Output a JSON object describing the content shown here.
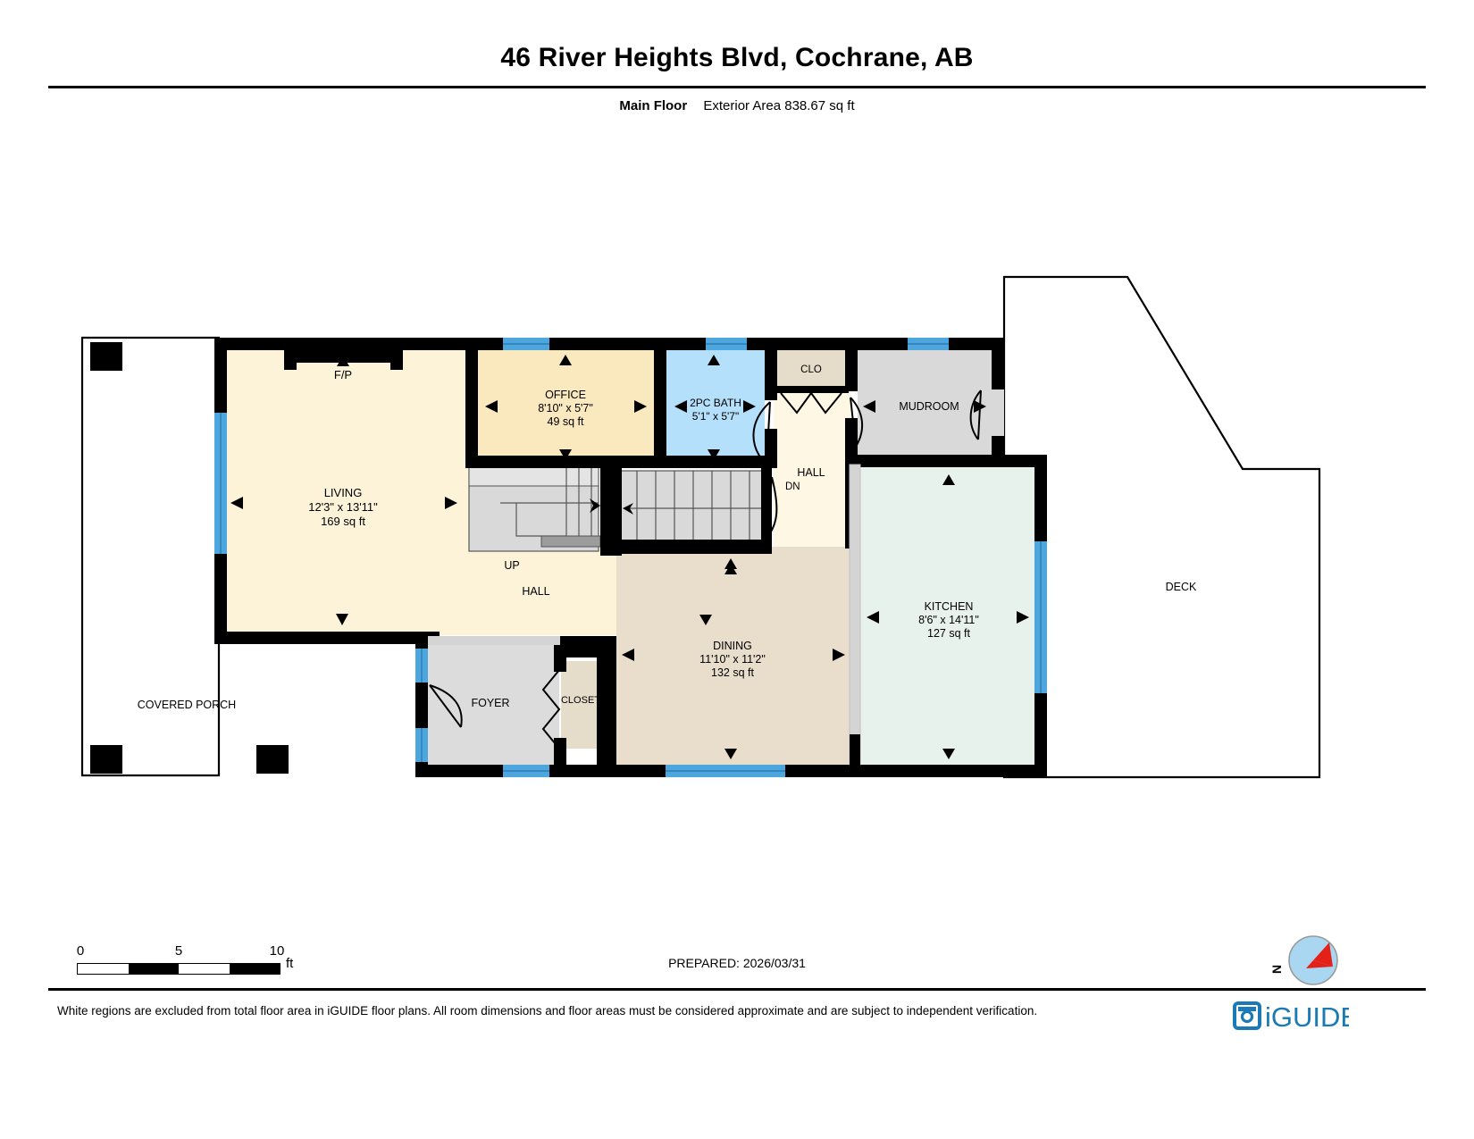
{
  "header": {
    "title": "46 River Heights Blvd, Cochrane, AB",
    "floor_label": "Main Floor",
    "area_label": "Exterior Area 838.67 sq ft"
  },
  "footer": {
    "prepared_label": "PREPARED: 2026/03/31",
    "disclaimer": "White regions are excluded from total floor area in iGUIDE floor plans. All room dimensions and floor areas must be considered approximate and are subject to independent verification.",
    "logo_text": "iGUIDE",
    "logo_color": "#1b7ab5"
  },
  "scale": {
    "ticks": [
      "0",
      "5",
      "10"
    ],
    "unit": "ft"
  },
  "compass": {
    "north_label": "N",
    "needle_color": "#e32119",
    "dial_color": "#a9d7f2"
  },
  "rooms": [
    {
      "name": "LIVING",
      "dims": "12'3\" x 13'11\"",
      "area": "169 sq ft",
      "fill": "#fdf3d8"
    },
    {
      "name": "OFFICE",
      "dims": "8'10\" x 5'7\"",
      "area": "49 sq ft",
      "fill": "#fae8be"
    },
    {
      "name": "2PC BATH",
      "dims": "5'1\" x 5'7\"",
      "area": "",
      "fill": "#b5e0fb"
    },
    {
      "name": "CLO",
      "dims": "",
      "area": "",
      "fill": "#e6dcca"
    },
    {
      "name": "MUDROOM",
      "dims": "",
      "area": "",
      "fill": "#d9d9d9"
    },
    {
      "name": "HALL",
      "dims": "",
      "area": "",
      "fill": "#fdf7e3"
    },
    {
      "name": "HALL",
      "dims": "",
      "area": "",
      "fill": "#fdf3d8"
    },
    {
      "name": "KITCHEN",
      "dims": "8'6\" x 14'11\"",
      "area": "127 sq ft",
      "fill": "#e7f2ec"
    },
    {
      "name": "DINING",
      "dims": "11'10\" x 11'2\"",
      "area": "132 sq ft",
      "fill": "#e9ddcc"
    },
    {
      "name": "FOYER",
      "dims": "",
      "area": "",
      "fill": "#dcdcdc"
    },
    {
      "name": "CLOSET",
      "dims": "",
      "area": "",
      "fill": "#e6dcca"
    },
    {
      "name": "COVERED PORCH",
      "dims": "",
      "area": "",
      "fill": "#ffffff"
    },
    {
      "name": "DECK",
      "dims": "",
      "area": "",
      "fill": "#ffffff"
    }
  ],
  "annotations": {
    "fireplace": "F/P",
    "stairs_up": "UP",
    "stairs_down": "DN"
  },
  "labels": {
    "living_name": "LIVING",
    "living_dims": "12'3\" x 13'11\"",
    "living_area": "169 sq ft",
    "office_name": "OFFICE",
    "office_dims": "8'10\" x 5'7\"",
    "office_area": "49 sq ft",
    "bath_name": "2PC BATH",
    "bath_dims": "5'1\" x 5'7\"",
    "clo_name": "CLO",
    "mudroom_name": "MUDROOM",
    "hall_upper_name": "HALL",
    "hall_lower_name": "HALL",
    "kitchen_name": "KITCHEN",
    "kitchen_dims": "8'6\" x 14'11\"",
    "kitchen_area": "127 sq ft",
    "dining_name": "DINING",
    "dining_dims": "11'10\" x 11'2\"",
    "dining_area": "132 sq ft",
    "foyer_name": "FOYER",
    "closet_name": "CLOSET",
    "porch_name": "COVERED PORCH",
    "deck_name": "DECK",
    "fp_name": "F/P",
    "up_name": "UP",
    "dn_name": "DN"
  },
  "colors": {
    "wall": "#000000",
    "window": "#4da6dd",
    "stairs": "#d9d9d9",
    "living_fill": "#fdf3d8",
    "office_fill": "#fae8be",
    "bath_fill": "#b5e0fb",
    "kitchen_fill": "#e7f2ec",
    "dining_fill": "#e9ddcc",
    "closet_fill": "#e6dcca",
    "gray_fill": "#d9d9d9"
  }
}
